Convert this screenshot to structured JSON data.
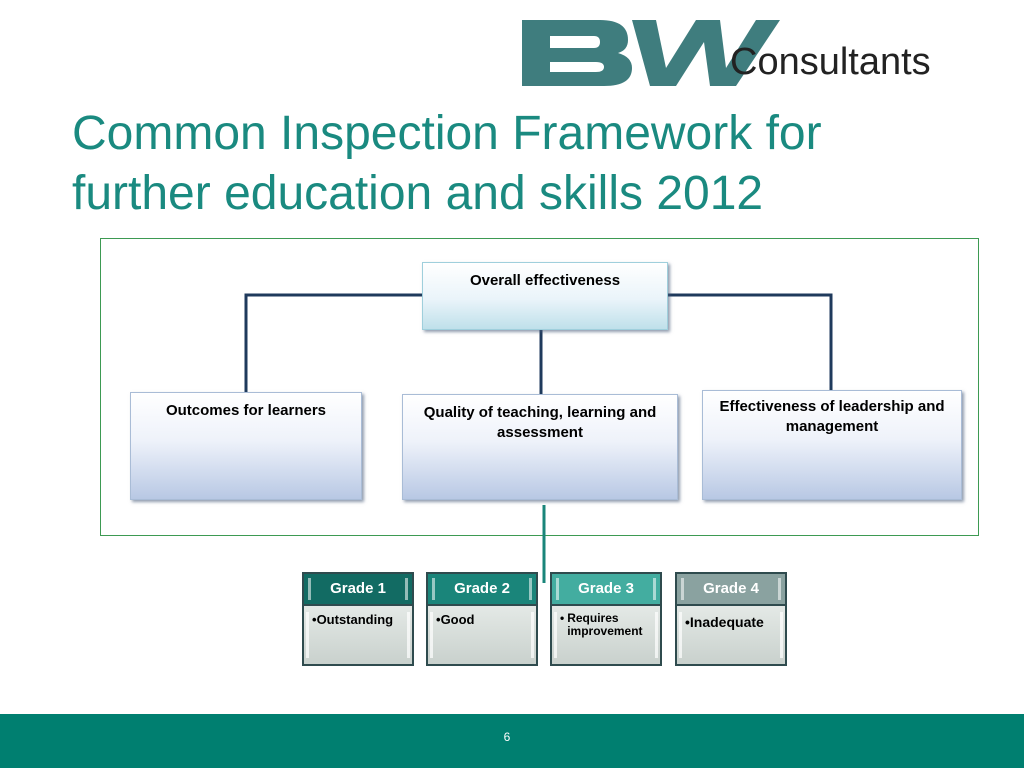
{
  "logo": {
    "letters": "BW",
    "word": "Consultants"
  },
  "title": {
    "line1": "Common Inspection Framework for",
    "line2": "further education and skills 2012"
  },
  "diagram": {
    "root": "Overall effectiveness",
    "children": [
      "Outcomes for learners",
      "Quality of teaching, learning and assessment",
      "Effectiveness of leadership and management"
    ]
  },
  "grades": [
    {
      "label": "Grade 1",
      "item": "Outstanding"
    },
    {
      "label": "Grade 2",
      "item": "Good"
    },
    {
      "label": "Grade 3",
      "item": "Requires improvement"
    },
    {
      "label": "Grade 4",
      "item": "Inadequate"
    }
  ],
  "bullets": {
    "b1": "•",
    "b2": "•",
    "b3": "•",
    "b4": "•"
  },
  "footer": {
    "page_number": "6"
  },
  "colors": {
    "teal_title": "#1a8a80",
    "footer": "#007f70",
    "connector": "#1f3a5c",
    "frame": "#3d9a52"
  }
}
